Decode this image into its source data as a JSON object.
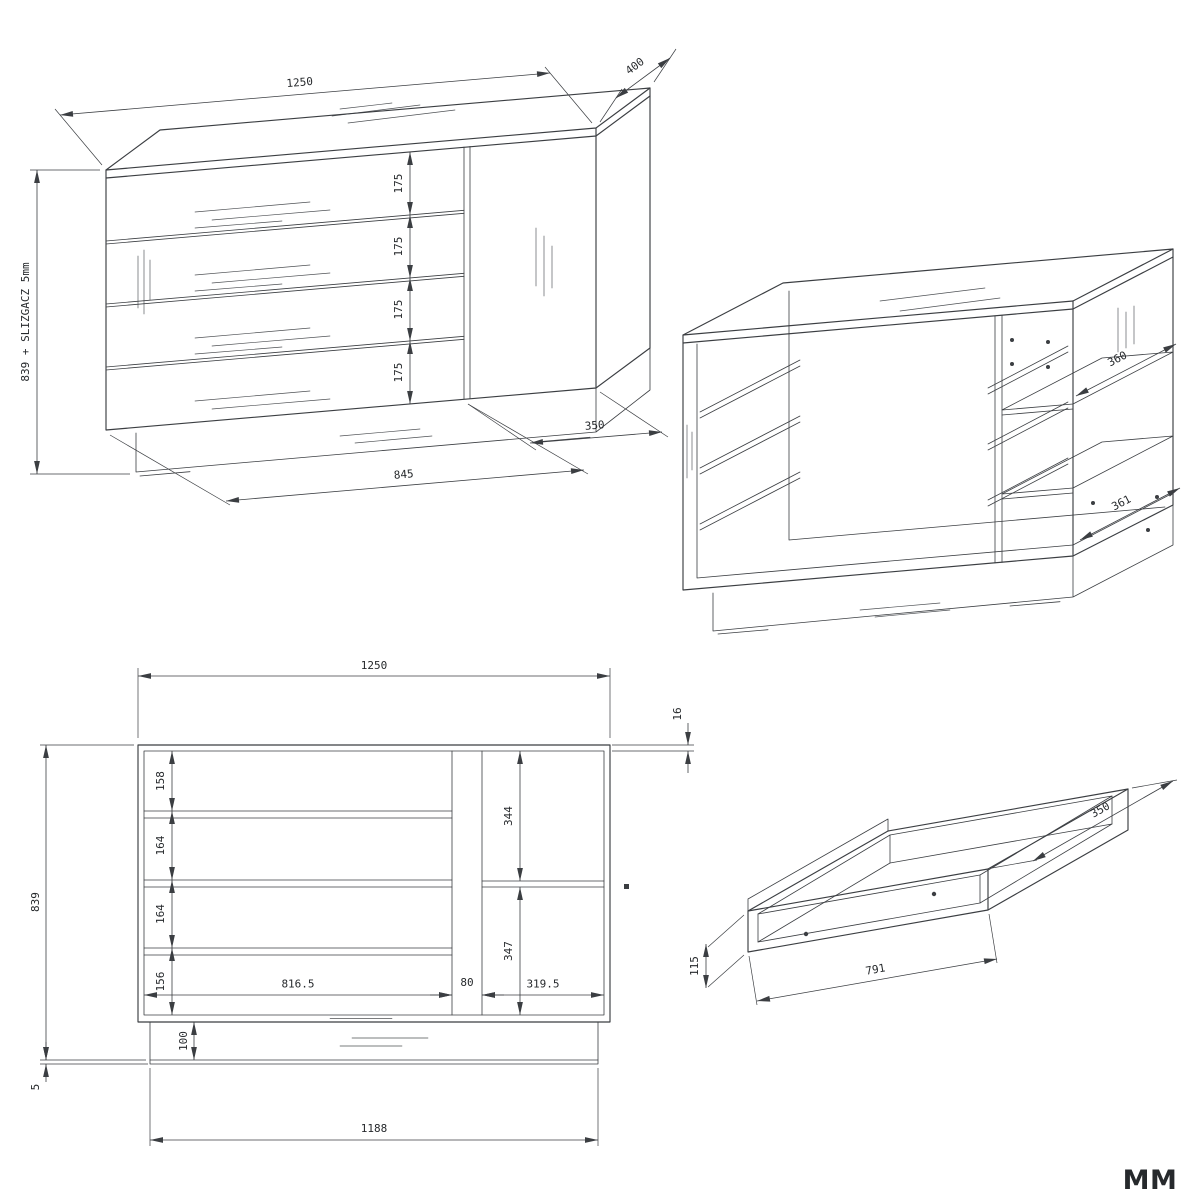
{
  "units_label": "MM",
  "colors": {
    "line": "#3b3e42",
    "text": "#26292c",
    "background": "#ffffff"
  },
  "iso_assembled": {
    "width": "1250",
    "depth": "400",
    "height_note": "839 + SLIZGACZ 5mm",
    "drawer_heights": [
      "175",
      "175",
      "175",
      "175"
    ],
    "drawer_section_width": "845",
    "door_width": "350"
  },
  "iso_carcass": {
    "upper_shelf_depth": "360",
    "lower_shelf_depth": "361"
  },
  "front_view": {
    "overall_width": "1250",
    "top_panel_thickness": "16",
    "overall_height": "839",
    "drawer_openings": [
      "158",
      "164",
      "164",
      "156"
    ],
    "right_openings": [
      "344",
      "347"
    ],
    "drawer_bay_width": "816.5",
    "divider_width": "80",
    "right_bay_width": "319.5",
    "plinth_height": "100",
    "glide_thickness": "5",
    "plinth_width": "1188"
  },
  "drawer_box": {
    "depth": "350",
    "width": "791",
    "side_height": "115"
  }
}
